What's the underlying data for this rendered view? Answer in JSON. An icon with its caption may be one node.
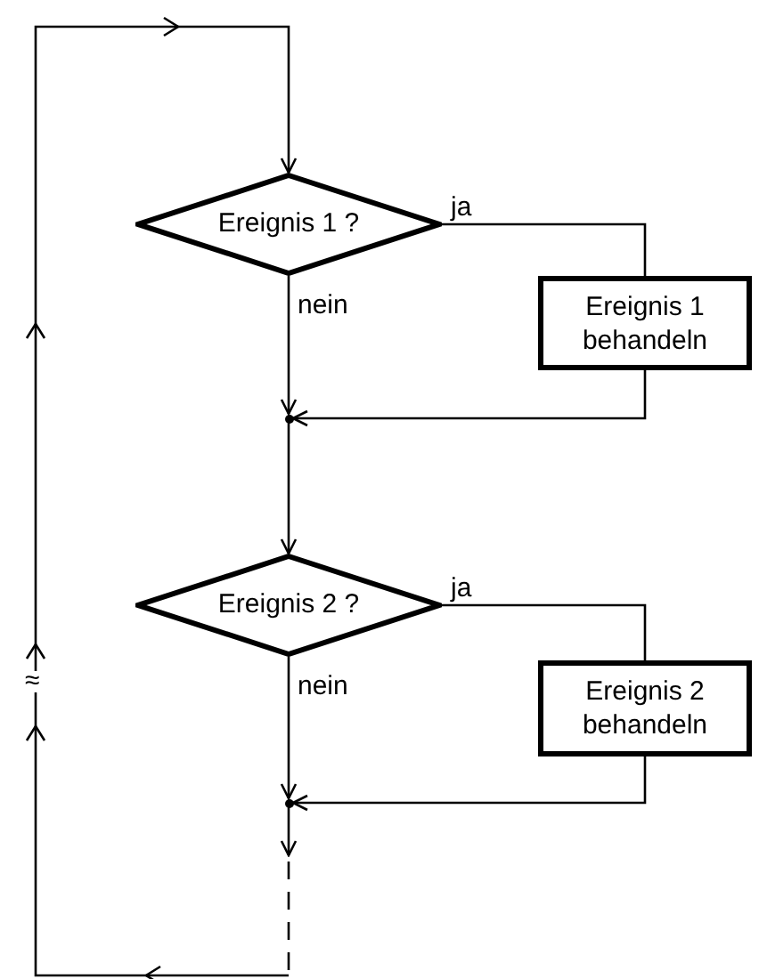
{
  "diagram": {
    "nodes": [
      {
        "text": [
          "Ereignis 1 ?"
        ]
      },
      {
        "text": [
          "Ereignis 1 behandeln"
        ]
      },
      {
        "text": [],
        "shape": "circle"
      },
      {
        "text": [
          "Ereignis 2 ?"
        ]
      },
      {
        "text": [
          "Ereignis 2 behandeln"
        ]
      },
      {
        "text": [],
        "shape": "circle"
      }
    ],
    "edges": [
      {
        "from": 0,
        "to": 1,
        "arrow": "none",
        "label": "ja"
      },
      {
        "from": 0,
        "to": 2,
        "arrow": "to",
        "label": "nein"
      },
      {
        "from": 1,
        "to": 2,
        "arrow": "to"
      },
      {
        "from": 2,
        "to": 3,
        "arrow": "to"
      },
      {
        "from": 3,
        "to": 4,
        "arrow": "none",
        "label": "ja"
      },
      {
        "from": 3,
        "to": 5,
        "arrow": "to",
        "label": "nein"
      },
      {
        "from": 4,
        "to": 5,
        "arrow": "to"
      },
      {
        "from": 5,
        "to": null,
        "arrow": "to"
      },
      {
        "from": null,
        "to": 0,
        "arrow": "to"
      }
    ],
    "labels": [
      "≈"
    ]
  }
}
